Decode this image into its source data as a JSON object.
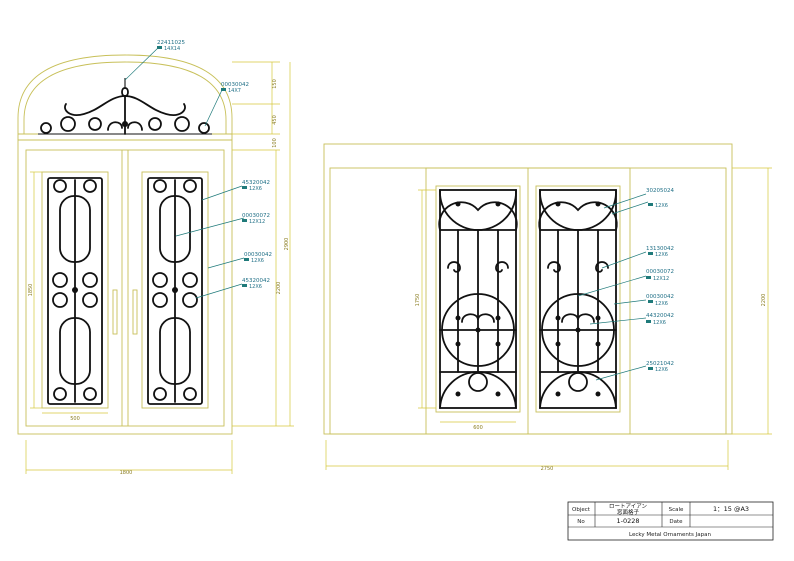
{
  "left_callouts": [
    {
      "code": "22411025",
      "size": "14X14"
    },
    {
      "code": "00030042",
      "size": "14X7"
    },
    {
      "code": "45320042",
      "size": "12X6"
    },
    {
      "code": "00030072",
      "size": "12X12"
    },
    {
      "code": "00030042",
      "size": "12X6"
    },
    {
      "code": "45320042",
      "size": "12X6"
    }
  ],
  "right_callouts": [
    {
      "code": "30205024",
      "size": "12X6"
    },
    {
      "code": "13130042",
      "size": "12X6"
    },
    {
      "code": "00030072",
      "size": "12X12"
    },
    {
      "code": "00030042",
      "size": "12X6"
    },
    {
      "code": "44320042",
      "size": "12X6"
    },
    {
      "code": "25021042",
      "size": "12X6"
    }
  ],
  "left_dims": {
    "top_a": "150",
    "top_b": "450",
    "top_c": "100",
    "height_total": "2900",
    "height_door": "2200",
    "panel_height": "1850",
    "panel_width": "500",
    "overall_width": "1800"
  },
  "right_dims": {
    "panel_height": "1750",
    "height": "2200",
    "panel_width": "600",
    "overall_width": "2750"
  },
  "title_block": {
    "object_label": "Object",
    "object_value_line1": "ロートアイアン",
    "object_value_line2": "窓面格子",
    "scale_label": "Scale",
    "scale_value": "1：15 @A3",
    "no_label": "No",
    "no_value": "1-0228",
    "date_label": "Date",
    "date_value": "",
    "company": "Lecky Metal Ornaments Japan"
  }
}
